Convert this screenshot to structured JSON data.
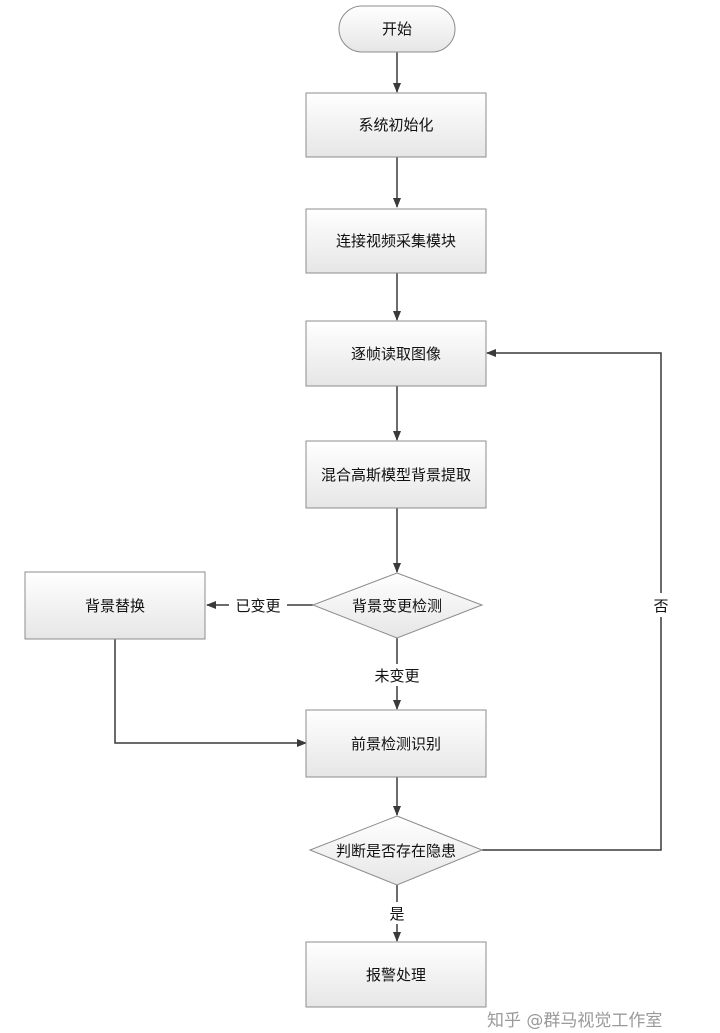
{
  "flowchart": {
    "nodes": {
      "start": "开始",
      "init": "系统初始化",
      "connect": "连接视频采集模块",
      "read": "逐帧读取图像",
      "extract": "混合高斯模型背景提取",
      "bg_detect": "背景变更检测",
      "bg_replace": "背景替换",
      "fg_detect": "前景检测识别",
      "hazard": "判断是否存在隐患",
      "alarm": "报警处理"
    },
    "edges": {
      "changed": "已变更",
      "unchanged": "未变更",
      "no": "否",
      "yes": "是"
    }
  },
  "watermark": "知乎 @群马视觉工作室",
  "colors": {
    "box_fill_top": "#ffffff",
    "box_fill_bottom": "#e9e9e9",
    "border": "#8c8c8c",
    "line": "#3a3a3a"
  }
}
